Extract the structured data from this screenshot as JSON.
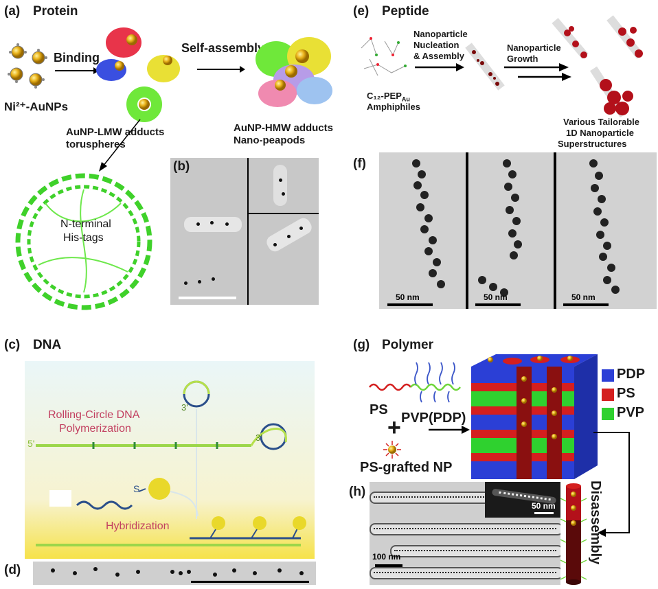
{
  "panels": {
    "a": {
      "label": "(a)",
      "title": "Protein",
      "binding": "Binding",
      "self_assembly": "Self-assembly",
      "ni_aunps": "Ni²⁺-AuNPs",
      "lmw_line1": "AuNP-LMW adducts",
      "lmw_line2": "toruspheres",
      "hmw_line1": "AuNP-HMW adducts",
      "hmw_line2": "Nano-peapods",
      "nterm_line1": "N-terminal",
      "nterm_line2": "His-tags"
    },
    "b": {
      "label": "(b)"
    },
    "c": {
      "label": "(c)",
      "title": "DNA",
      "rolling_line1": "Rolling-Circle DNA",
      "rolling_line2": "Polymerization",
      "hybridization": "Hybridization",
      "five_prime": "5'",
      "three_prime_a": "3'",
      "three_prime_b": "3'",
      "s_label": "S"
    },
    "d": {
      "label": "(d)"
    },
    "e": {
      "label": "(e)",
      "title": "Peptide",
      "nucleation_line1": "Nanoparticle",
      "nucleation_line2": "Nucleation",
      "nucleation_line3": "& Assembly",
      "growth_line1": "Nanoparticle",
      "growth_line2": "Growth",
      "amph_line1": "C₁₂-PEP",
      "amph_sub": "Au",
      "amph_line2": "Amphiphiles",
      "super_line1": "Various Tailorable",
      "super_line2": "1D Nanoparticle",
      "super_line3": "Superstructures"
    },
    "f": {
      "label": "(f)",
      "scale1": "50 nm",
      "scale2": "50 nm",
      "scale3": "50 nm"
    },
    "g": {
      "label": "(g)",
      "title": "Polymer",
      "ps": "PS",
      "pvp_pdp": "PVP(PDP)",
      "ps_grafted": "PS-grafted NP",
      "plus": "+",
      "disassembly": "Disassembly",
      "legend": [
        {
          "name": "PDP",
          "color": "#2b3fd6"
        },
        {
          "name": "PS",
          "color": "#d41f1f"
        },
        {
          "name": "PVP",
          "color": "#2fd12f"
        }
      ]
    },
    "h": {
      "label": "(h)",
      "scale_main": "100 nm",
      "scale_inset": "50 nm"
    }
  }
}
